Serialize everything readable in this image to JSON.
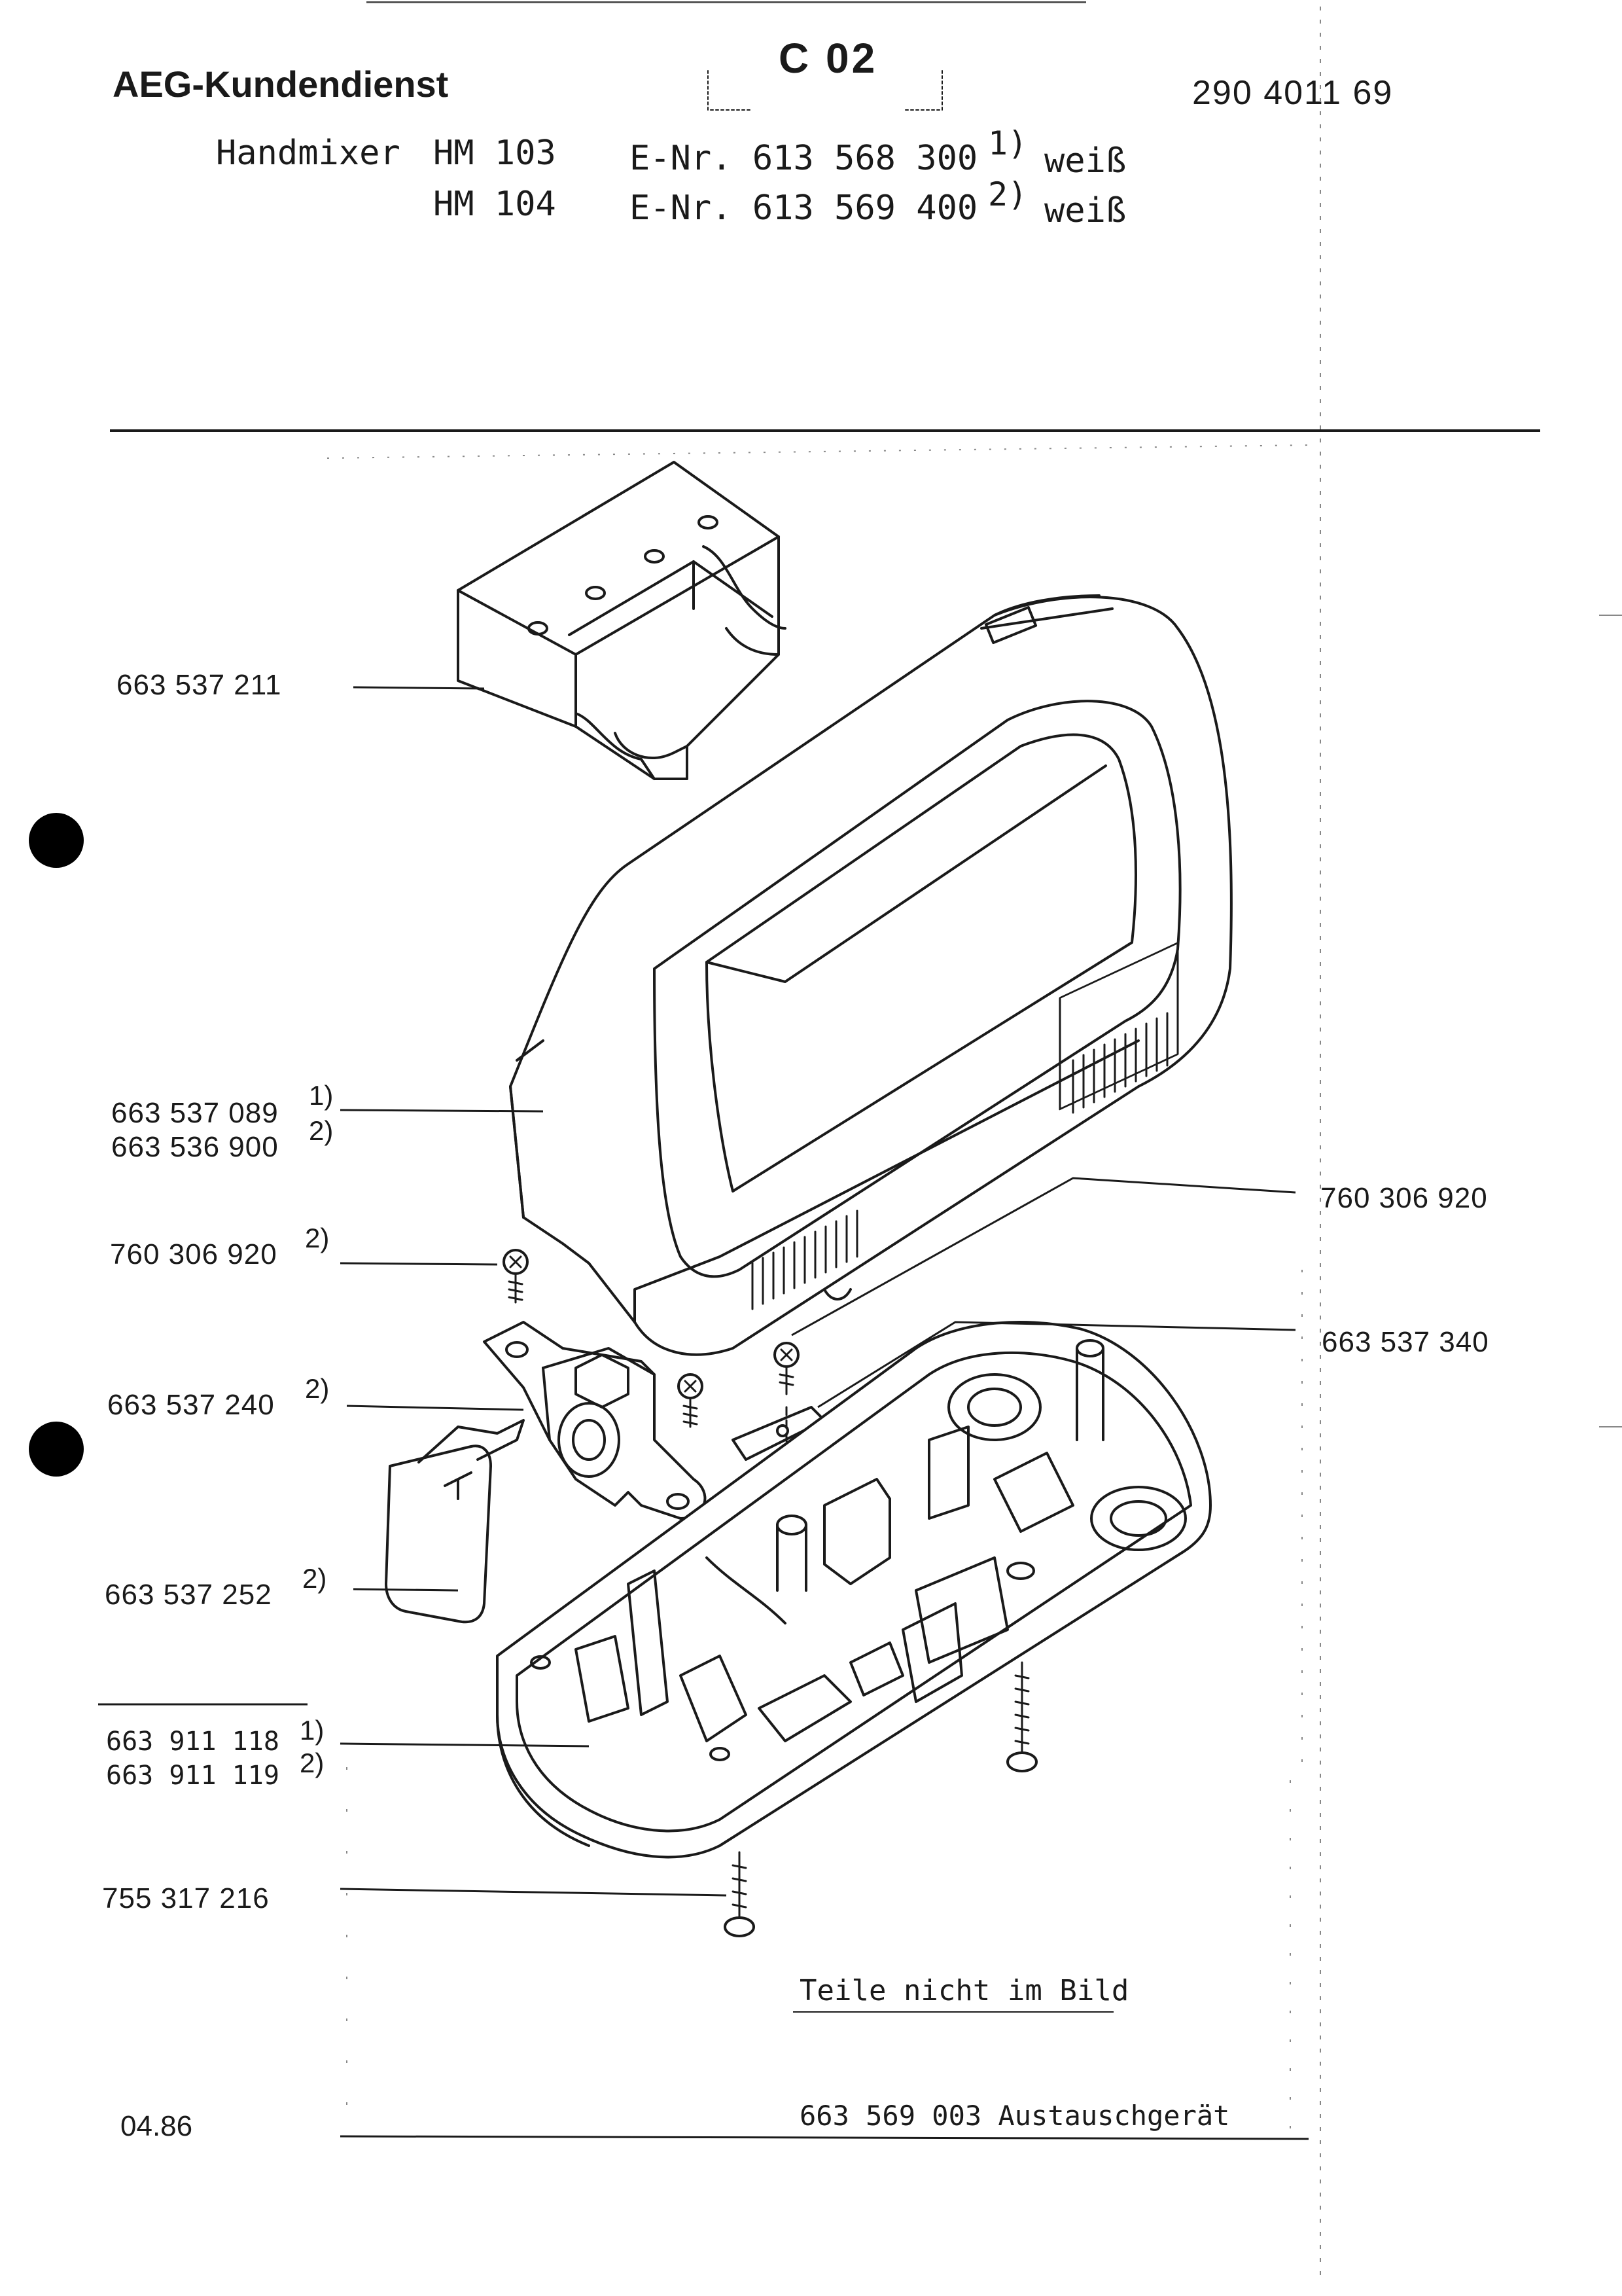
{
  "header": {
    "company": "AEG-Kundendienst",
    "sheet": "C 02",
    "doc_number": "290 4011 69"
  },
  "models": [
    {
      "product": "Handmixer",
      "model": "HM 103",
      "enr": "E-Nr. 613 568 300",
      "note": "1)",
      "color": "weiß"
    },
    {
      "product": "",
      "model": "HM 104",
      "enr": "E-Nr. 613 569 400",
      "note": "2)",
      "color": "weiß"
    }
  ],
  "parts": [
    {
      "number": "663 537 211",
      "note": ""
    },
    {
      "number": "663 537 089",
      "note": "1)"
    },
    {
      "number": "663 536 900",
      "note": "2)"
    },
    {
      "number": "760 306 920",
      "note": "2)"
    },
    {
      "number": "663 537 240",
      "note": "2)"
    },
    {
      "number": "663 537 252",
      "note": "2)"
    },
    {
      "number": "663 911 118",
      "note": "1)"
    },
    {
      "number": "663 911 119",
      "note": "2)"
    },
    {
      "number": "755 317 216",
      "note": ""
    },
    {
      "number": "760 306 920",
      "note": ""
    },
    {
      "number": "663 537 340",
      "note": ""
    }
  ],
  "footer": {
    "not_shown_heading": "Teile nicht im Bild",
    "not_shown_part": "663 569 003 Austauschgerät",
    "date": "04.86"
  },
  "colors": {
    "ink": "#1a1a1a",
    "paper": "#ffffff"
  }
}
